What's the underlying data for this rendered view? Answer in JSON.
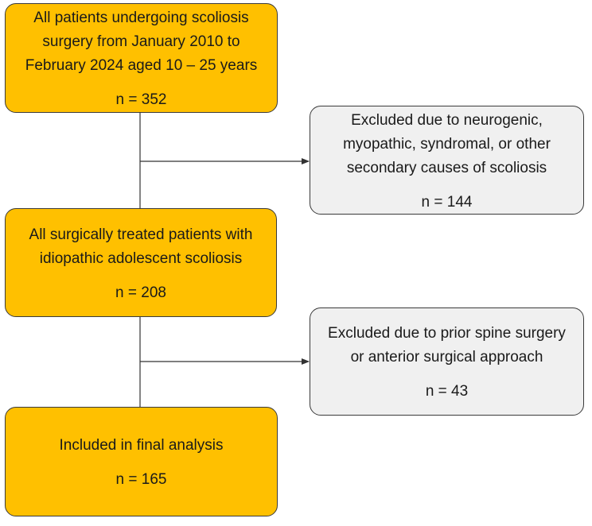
{
  "flowchart": {
    "boxes": [
      {
        "text": "All patients undergoing scoliosis\nsurgery from January 2010 to\nFebruary 2024 aged 10 – 25 years",
        "count": "n = 352"
      },
      {
        "text": "Excluded due to neurogenic,\nmyopathic, syndromal, or other\nsecondary causes of scoliosis",
        "count": "n = 144"
      },
      {
        "text": "All surgically treated patients with\nidiopathic adolescent scoliosis",
        "count": "n = 208"
      },
      {
        "text": "Excluded due to prior spine surgery\nor anterior surgical approach",
        "count": "n = 43"
      },
      {
        "text": "Included in final analysis",
        "count": "n = 165"
      }
    ],
    "colors": {
      "included_fill": "#ffc000",
      "excluded_fill": "#f0f0f0",
      "border": "#3a3a3a",
      "connector": "#333333"
    }
  }
}
